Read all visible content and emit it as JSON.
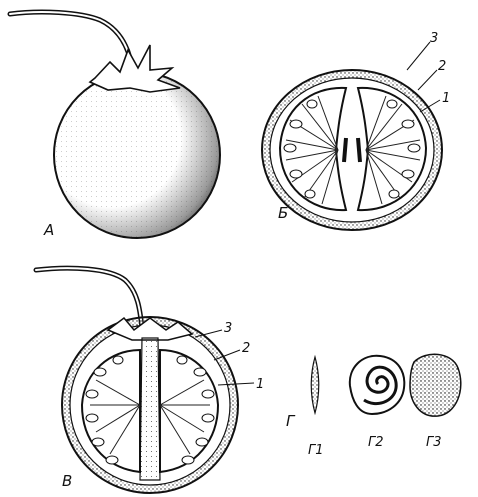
{
  "panels": {
    "a": {
      "label": "А"
    },
    "b": {
      "label": "Б",
      "callouts": [
        "3",
        "2",
        "1"
      ]
    },
    "v": {
      "label": "В",
      "callouts": [
        "3",
        "2",
        "1"
      ]
    },
    "g": {
      "label": "Г",
      "seeds": [
        "Г1",
        "Г2",
        "Г3"
      ]
    }
  }
}
